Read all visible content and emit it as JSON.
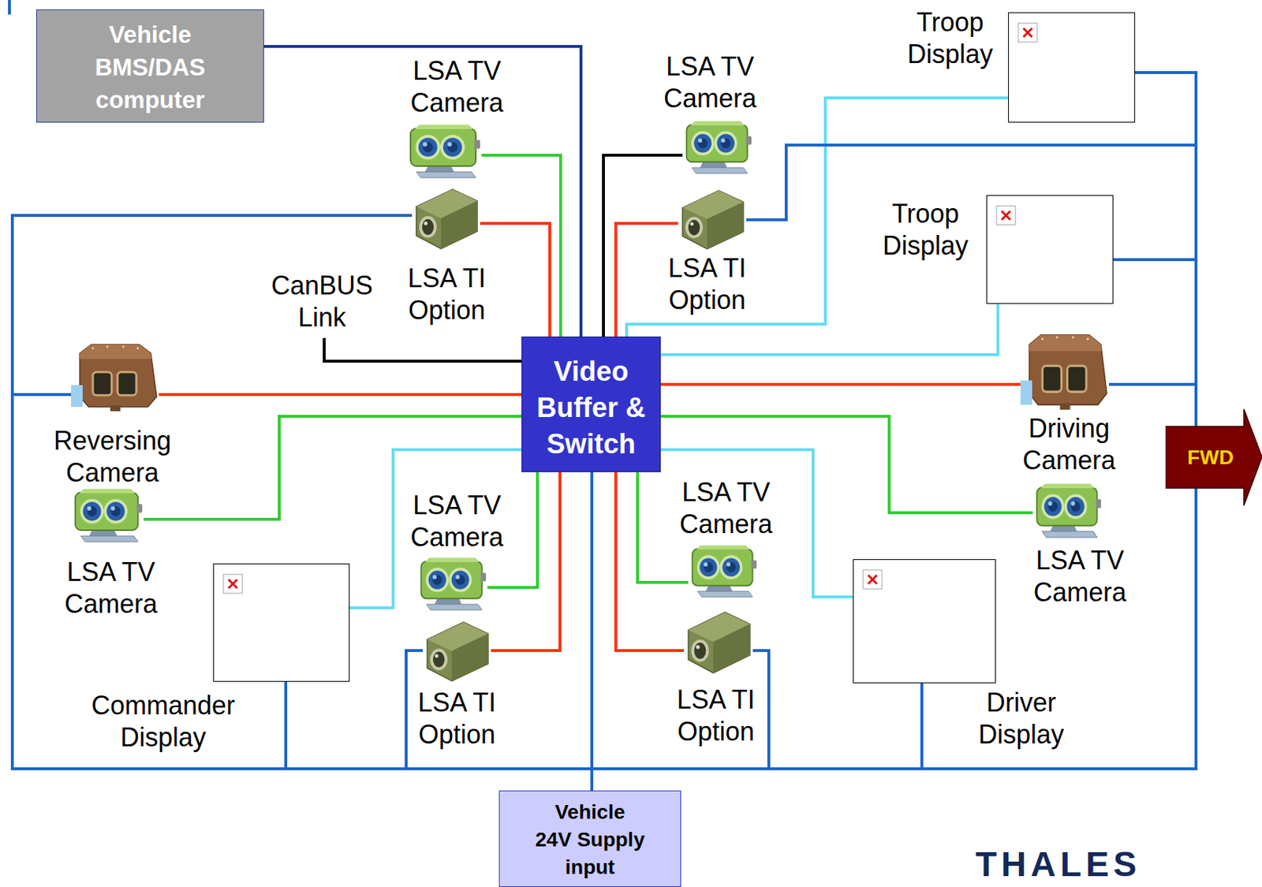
{
  "diagram": {
    "nodes": [
      {
        "text": [
          "Vehicle BMS/DAS computer"
        ]
      },
      {
        "text": [
          "Troop Display"
        ]
      },
      {
        "text": [
          "LSA TV Camera"
        ]
      },
      {
        "text": [
          "LSA TV Camera"
        ]
      },
      {
        "text": [
          "LSA TI Option"
        ]
      },
      {
        "text": [
          "LSA TI Option"
        ]
      },
      {
        "text": [
          "Troop Display"
        ]
      },
      {
        "text": [
          "Video Buffer & Switch"
        ]
      },
      {
        "text": [
          "Reversing Camera"
        ]
      },
      {
        "text": [
          "Driving Camera"
        ]
      },
      {
        "text": [
          "FWD"
        ]
      },
      {
        "text": [
          "LSA TV Camera"
        ]
      },
      {
        "text": [
          "LSA TV Camera"
        ]
      },
      {
        "text": [
          "Commander Display"
        ]
      },
      {
        "text": [
          "LSA TV Camera"
        ]
      },
      {
        "text": [
          "LSA TV Camera"
        ]
      },
      {
        "text": [
          "Driver Display"
        ]
      },
      {
        "text": [
          "LSA TI Option"
        ]
      },
      {
        "text": [
          "LSA TI Option"
        ]
      },
      {
        "text": [
          "Vehicle 24V Supply input"
        ]
      }
    ],
    "edges": [
      {
        "from": 0,
        "to": 7,
        "arrow": "none"
      },
      {
        "from": 2,
        "to": 7,
        "arrow": "none"
      },
      {
        "from": 4,
        "to": 7,
        "arrow": "none"
      },
      {
        "from": 3,
        "to": 7,
        "arrow": "none"
      },
      {
        "from": 5,
        "to": 7,
        "arrow": "none"
      },
      {
        "from": 7,
        "to": 1,
        "arrow": "none"
      },
      {
        "from": 7,
        "to": 6,
        "arrow": "none"
      },
      {
        "from": 8,
        "to": 7,
        "arrow": "none"
      },
      {
        "from": 9,
        "to": 7,
        "arrow": "none"
      },
      {
        "from": 11,
        "to": 7,
        "arrow": "none"
      },
      {
        "from": 12,
        "to": 7,
        "arrow": "none"
      },
      {
        "from": 7,
        "to": 13,
        "arrow": "none"
      },
      {
        "from": 14,
        "to": 7,
        "arrow": "none"
      },
      {
        "from": 15,
        "to": 7,
        "arrow": "none"
      },
      {
        "from": 7,
        "to": 16,
        "arrow": "none"
      },
      {
        "from": 17,
        "to": 7,
        "arrow": "none"
      },
      {
        "from": 18,
        "to": 7,
        "arrow": "none"
      },
      {
        "from": 19,
        "to": 7,
        "arrow": "none"
      },
      {
        "from": 19,
        "to": 4,
        "arrow": "none"
      },
      {
        "from": 19,
        "to": 8,
        "arrow": "none"
      },
      {
        "from": 19,
        "to": 13,
        "arrow": "none"
      },
      {
        "from": 19,
        "to": 17,
        "arrow": "none"
      },
      {
        "from": 19,
        "to": 18,
        "arrow": "none"
      },
      {
        "from": 19,
        "to": 16,
        "arrow": "none"
      },
      {
        "from": 19,
        "to": 9,
        "arrow": "none"
      },
      {
        "from": 19,
        "to": 6,
        "arrow": "none"
      },
      {
        "from": 19,
        "to": 1,
        "arrow": "none"
      },
      {
        "from": 19,
        "to": 5,
        "arrow": "none"
      }
    ],
    "labels": [
      "CanBUS Link",
      "THALES"
    ]
  }
}
